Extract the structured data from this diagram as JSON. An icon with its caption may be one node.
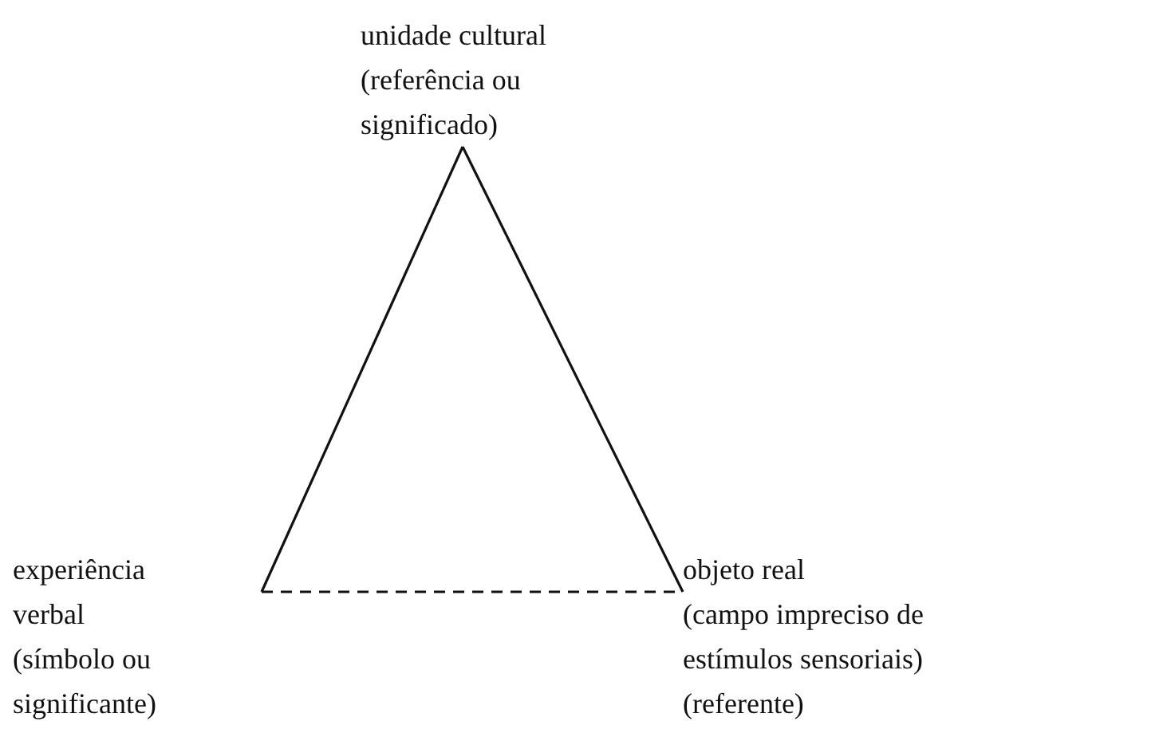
{
  "diagram": {
    "nodes": [
      {
        "text": [
          "unidade cultural",
          "(referência ou significado)"
        ]
      },
      {
        "text": [
          "experiência verbal",
          "(símbolo ou significante)"
        ]
      },
      {
        "text": [
          "objeto real",
          "(campo impreciso de estímulos sensoriais)",
          "(referente)"
        ]
      }
    ],
    "edges": [
      {
        "from": 0,
        "to": 1,
        "arrow": "none"
      },
      {
        "from": 0,
        "to": 2,
        "arrow": "none"
      },
      {
        "from": 1,
        "to": 2,
        "arrow": "none",
        "style": "dashed"
      }
    ]
  }
}
